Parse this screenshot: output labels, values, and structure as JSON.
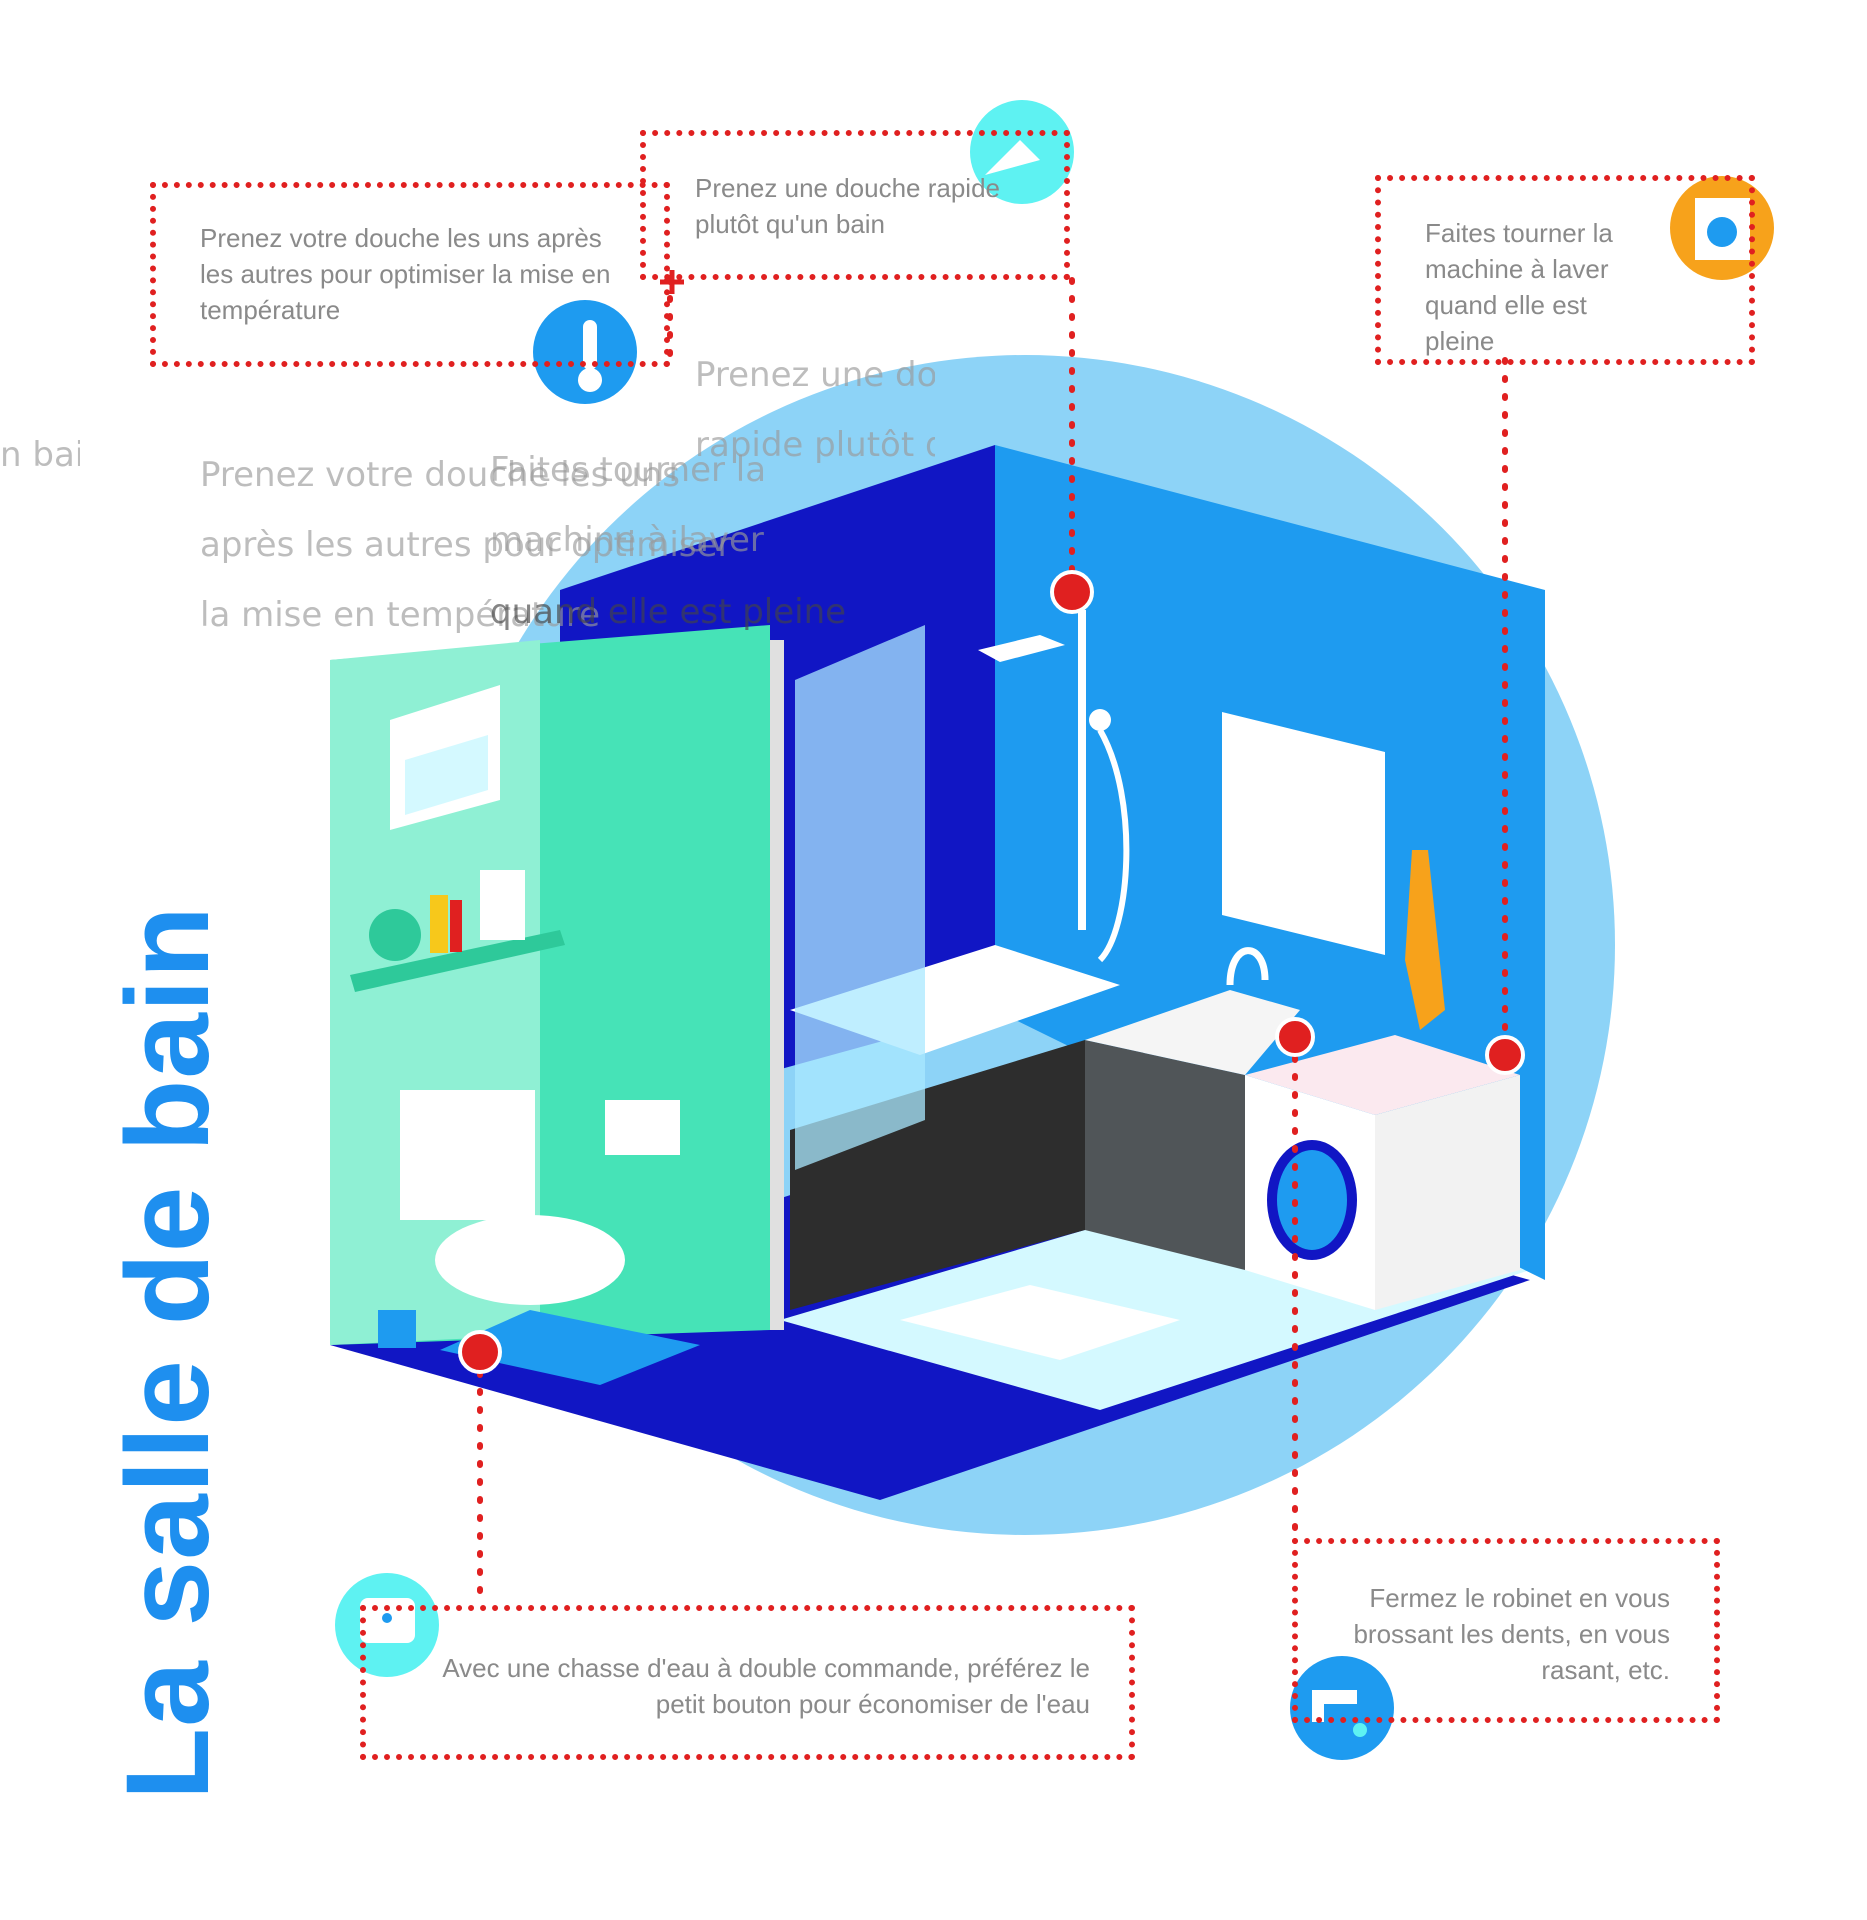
{
  "title": "La salle de bain",
  "colors": {
    "accent_red": "#e02020",
    "title_blue": "#1e8fef",
    "circle_light": "#8dd3f7",
    "wall_dark": "#1116c4",
    "wall_blue": "#1e9bf0",
    "wall_green": "#46e3b7",
    "orange": "#f7a21b",
    "cyan": "#5ef2f2"
  },
  "tips": {
    "shower_queue": {
      "text": "Prenez votre douche les uns après les autres pour optimiser la mise en température",
      "icon": "shower-thermometer-icon"
    },
    "quick_shower": {
      "text": "Prenez une douche rapide plutôt qu'un bain",
      "icon": "shower-head-icon"
    },
    "washing_machine": {
      "text": "Faites tourner la machine à laver quand elle est pleine",
      "icon": "washing-machine-icon"
    },
    "toilet_flush": {
      "text": "Avec une chasse d'eau à double commande, préférez le petit bouton pour économiser de l'eau",
      "icon": "toilet-flush-icon"
    },
    "faucet": {
      "text": "Fermez le robinet en vous brossant les dents, en vous rasant, etc.",
      "icon": "faucet-icon"
    }
  },
  "ghost_text": {
    "line1": "Prenez votre douche les uns",
    "line2": "après les autres pour optimiser",
    "line3": "la mise en température",
    "overlay1": "Faites tourner la",
    "overlay2": "machine à laver",
    "overlay3": "quand elle est pleine",
    "quick1": "Prenez une douche",
    "quick2": "rapide plutôt qu'u",
    "edge1": "n bain"
  }
}
